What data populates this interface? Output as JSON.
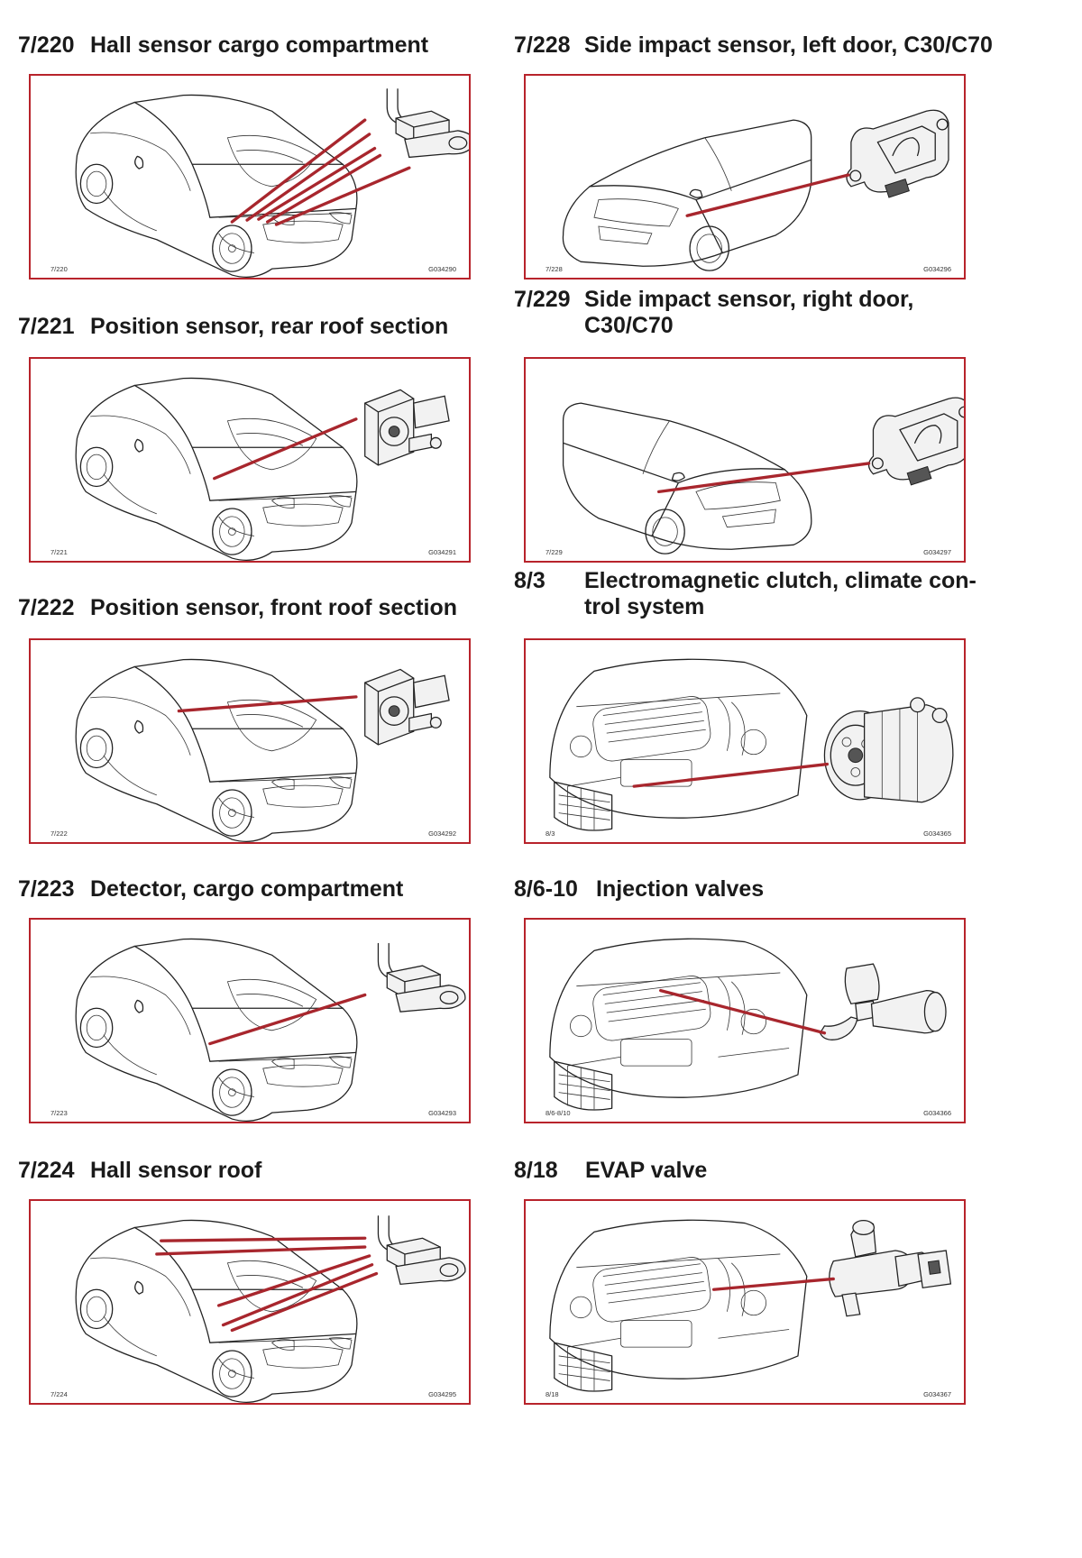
{
  "sections": [
    {
      "id": "7-220",
      "number": "7/220",
      "title": "Hall sensor cargo compartment",
      "caption_left": "7/220",
      "caption_right": "G034290"
    },
    {
      "id": "7-221",
      "number": "7/221",
      "title": "Position sensor, rear roof section",
      "caption_left": "7/221",
      "caption_right": "G034291"
    },
    {
      "id": "7-222",
      "number": "7/222",
      "title": "Position sensor, front roof section",
      "caption_left": "7/222",
      "caption_right": "G034292"
    },
    {
      "id": "7-223",
      "number": "7/223",
      "title": "Detector, cargo compartment",
      "caption_left": "7/223",
      "caption_right": "G034293"
    },
    {
      "id": "7-224",
      "number": "7/224",
      "title": "Hall sensor roof",
      "caption_left": "7/224",
      "caption_right": "G034295"
    },
    {
      "id": "7-228",
      "number": "7/228",
      "title": "Side impact sensor, left door, C30/C70",
      "caption_left": "7/228",
      "caption_right": "G034296"
    },
    {
      "id": "7-229",
      "number": "7/229",
      "title": "Side impact sensor, right door,",
      "title_line2": "C30/C70",
      "caption_left": "7/229",
      "caption_right": "G034297"
    },
    {
      "id": "8-3",
      "number": "8/3",
      "title": "Electromagnetic clutch, climate con-",
      "title_line2": "trol system",
      "caption_left": "8/3",
      "caption_right": "G034365"
    },
    {
      "id": "8-6-10",
      "number": "8/6-10",
      "title": "Injection valves",
      "caption_left": "8/6-8/10",
      "caption_right": "G034366"
    },
    {
      "id": "8-18",
      "number": "8/18",
      "title": "EVAP valve",
      "caption_left": "8/18",
      "caption_right": "G034367"
    }
  ],
  "colors": {
    "frame": "#b8232b",
    "leader": "#a8262d",
    "text": "#1a1a1a"
  },
  "icons": [
    "convertible-car-rear-illustration",
    "hall-sensor-icon",
    "position-sensor-icon",
    "side-impact-sensor-icon",
    "front-car-illustration",
    "engine-bay-illustration",
    "ac-compressor-icon",
    "fuel-injector-icon",
    "evap-valve-icon"
  ]
}
